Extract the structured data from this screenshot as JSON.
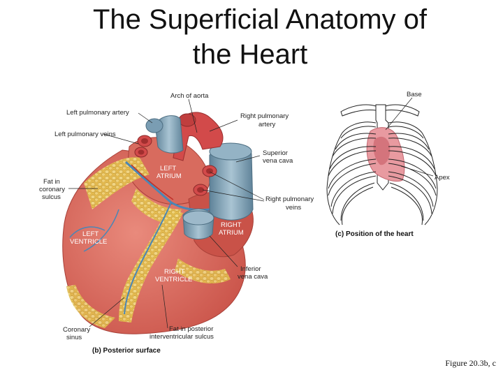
{
  "slide": {
    "title_line1": "The Superficial Anatomy of",
    "title_line2": "the Heart",
    "figure_ref": "Figure 20.3b, c"
  },
  "posterior_view": {
    "labels": {
      "arch_of_aorta": "Arch of aorta",
      "left_pulmonary_artery": "Left pulmonary artery",
      "left_pulmonary_veins": "Left pulmonary veins",
      "fat_coronary_1": "Fat in",
      "fat_coronary_2": "coronary",
      "fat_coronary_3": "sulcus",
      "left_atrium_1": "LEFT",
      "left_atrium_2": "ATRIUM",
      "left_ventricle_1": "LEFT",
      "left_ventricle_2": "VENTRICLE",
      "right_atrium_1": "RIGHT",
      "right_atrium_2": "ATRIUM",
      "right_ventricle_1": "RIGHT",
      "right_ventricle_2": "VENTRICLE",
      "right_pulmonary_artery_1": "Right pulmonary",
      "right_pulmonary_artery_2": "artery",
      "superior_vena_cava_1": "Superior",
      "superior_vena_cava_2": "vena cava",
      "right_pulmonary_veins_1": "Right pulmonary",
      "right_pulmonary_veins_2": "veins",
      "inferior_vena_cava_1": "Inferior",
      "inferior_vena_cava_2": "vena cava",
      "coronary_sinus_1": "Coronary",
      "coronary_sinus_2": "sinus",
      "fat_interventricular_1": "Fat in posterior",
      "fat_interventricular_2": "interventricular sulcus"
    },
    "caption": "(b) Posterior surface"
  },
  "position_view": {
    "labels": {
      "base": "Base",
      "apex": "Apex"
    },
    "caption": "(c) Position of the heart"
  },
  "colors": {
    "muscle": "#d9685f",
    "fat": "#e8c862",
    "vein_blue": "#7da3b8",
    "artery_red": "#d24a4a",
    "bone": "#ffffff"
  }
}
